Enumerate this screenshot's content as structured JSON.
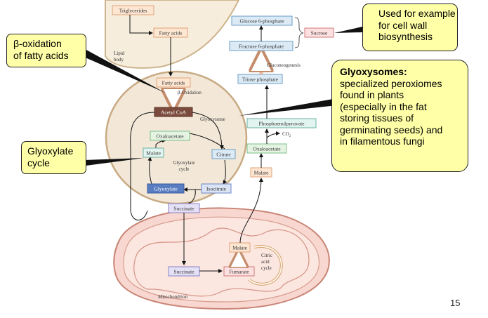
{
  "pathway": {
    "triglycerides": "Triglycerides",
    "fatty_acids_lipid": "Fatty acids",
    "lipid_body": [
      "Lipid",
      "body"
    ],
    "fatty_acids_glyox": "Fatty acids",
    "beta_oxidation": "β-Oxidation",
    "acetyl_coa": "Acetyl CoA",
    "glyoxysome": "Glyoxysome",
    "oxaloacetate_cycle": "Oxaloacetate",
    "malate_cycle": "Malate",
    "citrate": "Citrate",
    "glyoxylate_cycle_label": [
      "Glyoxylate",
      "cycle"
    ],
    "glyoxylate": "Glyoxylate",
    "isocitrate": "Isocitrate",
    "succinate_glyox": "Succinate",
    "succinate_mito": "Succinate",
    "fumarate": "Fumarate",
    "malate_mito": "Malate",
    "citric_acid_cycle": [
      "Citric",
      "acid",
      "cycle"
    ],
    "mitochondrion": "Mitochondrion",
    "malate_cyto": "Malate",
    "oxaloacetate_cyto": "Oxaloacetate",
    "co2": "CO",
    "co2_sub": "2",
    "pep": "Phosphoenolpyruvate",
    "triose_phosphate": "Triose phosphate",
    "gluconeogenesis": "Gluconeogenesis",
    "fructose_6p": "Fructose 6-phosphate",
    "glucose_6p": "Glucose 6-phosphate",
    "sucrose": "Sucrose"
  },
  "callouts": {
    "beta_oxidation": [
      "β-oxidation",
      "of fatty acids"
    ],
    "glyoxylate_cycle": [
      "Glyoxylate",
      "cycle"
    ],
    "cell_wall": [
      "Used for example",
      "for cell wall",
      "biosynthesis"
    ],
    "glyoxysomes_title": "Glyoxysomes:",
    "glyoxysomes_body": [
      "specialized peroxiomes",
      "found in plants",
      "(especially in the fat",
      "storing tissues of",
      "germinating seeds) and",
      "in filamentous fungi"
    ]
  },
  "page_number": "15"
}
